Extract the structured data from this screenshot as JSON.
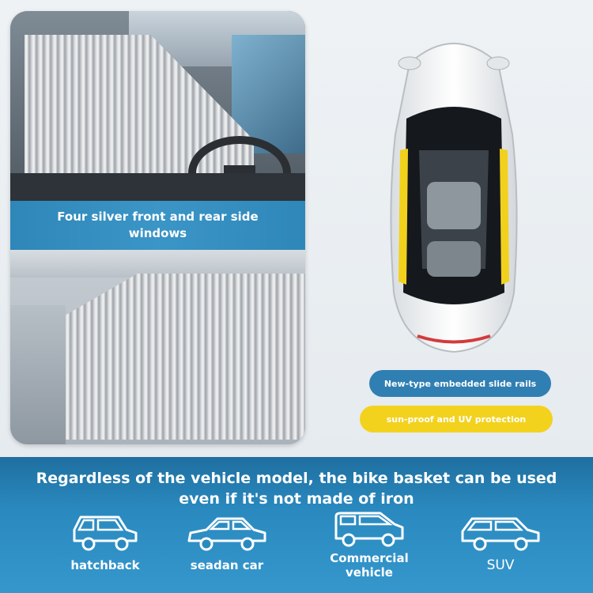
{
  "panel": {
    "caption": "Four silver front and rear side windows"
  },
  "features": {
    "rails": "New-type embedded slide rails",
    "uv": "sun-proof and UV protection"
  },
  "headline": "Regardless of the vehicle model, the bike basket can be used even if it's not made of iron",
  "vehicles": [
    {
      "label": "hatchback",
      "icon": "hatchback-icon"
    },
    {
      "label": "seadan car",
      "icon": "sedan-icon"
    },
    {
      "label": "Commercial vehicle",
      "icon": "van-icon"
    },
    {
      "label": "SUV",
      "icon": "suv-icon"
    }
  ],
  "colors": {
    "accent_blue": "#2f7fb3",
    "accent_yellow": "#f3d21e",
    "band_blue": "#2a8ac0"
  }
}
